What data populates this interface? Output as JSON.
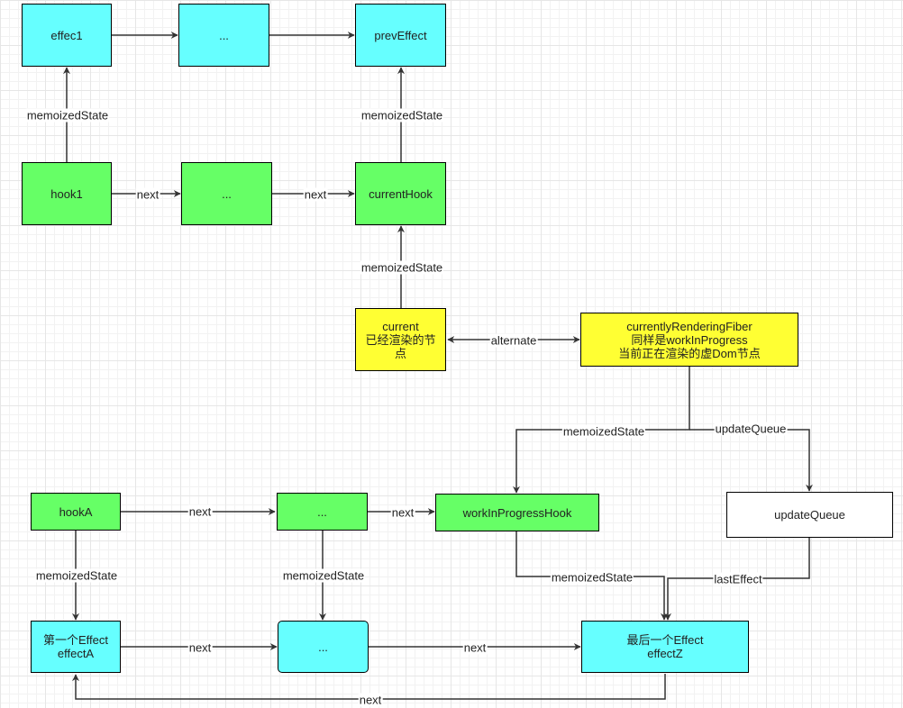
{
  "nodes": {
    "effec1": "effec1",
    "effect_dots_top": "...",
    "prevEffect": "prevEffect",
    "hook1": "hook1",
    "hook_dots_top": "...",
    "currentHook": "currentHook",
    "current": {
      "line1": "current",
      "line2": "已经渲染的节",
      "line3": "点"
    },
    "crf": {
      "line1": "currentlyRenderingFiber",
      "line2": "同样是workInProgress",
      "line3": "当前正在渲染的虚Dom节点"
    },
    "hookA": "hookA",
    "hook_dots_bottom": "...",
    "workInProgressHook": "workInProgressHook",
    "updateQueue": "updateQueue",
    "effectA": {
      "line1": "第一个Effect",
      "line2": "effectA"
    },
    "effect_dots_bottom": "...",
    "effectZ": {
      "line1": "最后一个Effect",
      "line2": "effectZ"
    }
  },
  "edges": {
    "memoizedState_hook1": "memoizedState",
    "memoizedState_currentHook": "memoizedState",
    "next_hook1": "next",
    "next_hook_dots": "next",
    "memoizedState_current": "memoizedState",
    "alternate": "alternate",
    "memoizedState_crf": "memoizedState",
    "updateQueue_crf": "updateQueue",
    "next_hookA": "next",
    "next_hook_dots_bottom": "next",
    "memoizedState_hookA": "memoizedState",
    "memoizedState_hook_dots_bottom": "memoizedState",
    "memoizedState_wip": "memoizedState",
    "lastEffect": "lastEffect",
    "next_effectA": "next",
    "next_effect_dots_bottom": "next",
    "next_loop": "next"
  },
  "colors": {
    "effect": "#66ffff",
    "hook": "#66ff66",
    "fiber": "#ffff33",
    "queue": "#ffffff",
    "line": "#333333"
  }
}
